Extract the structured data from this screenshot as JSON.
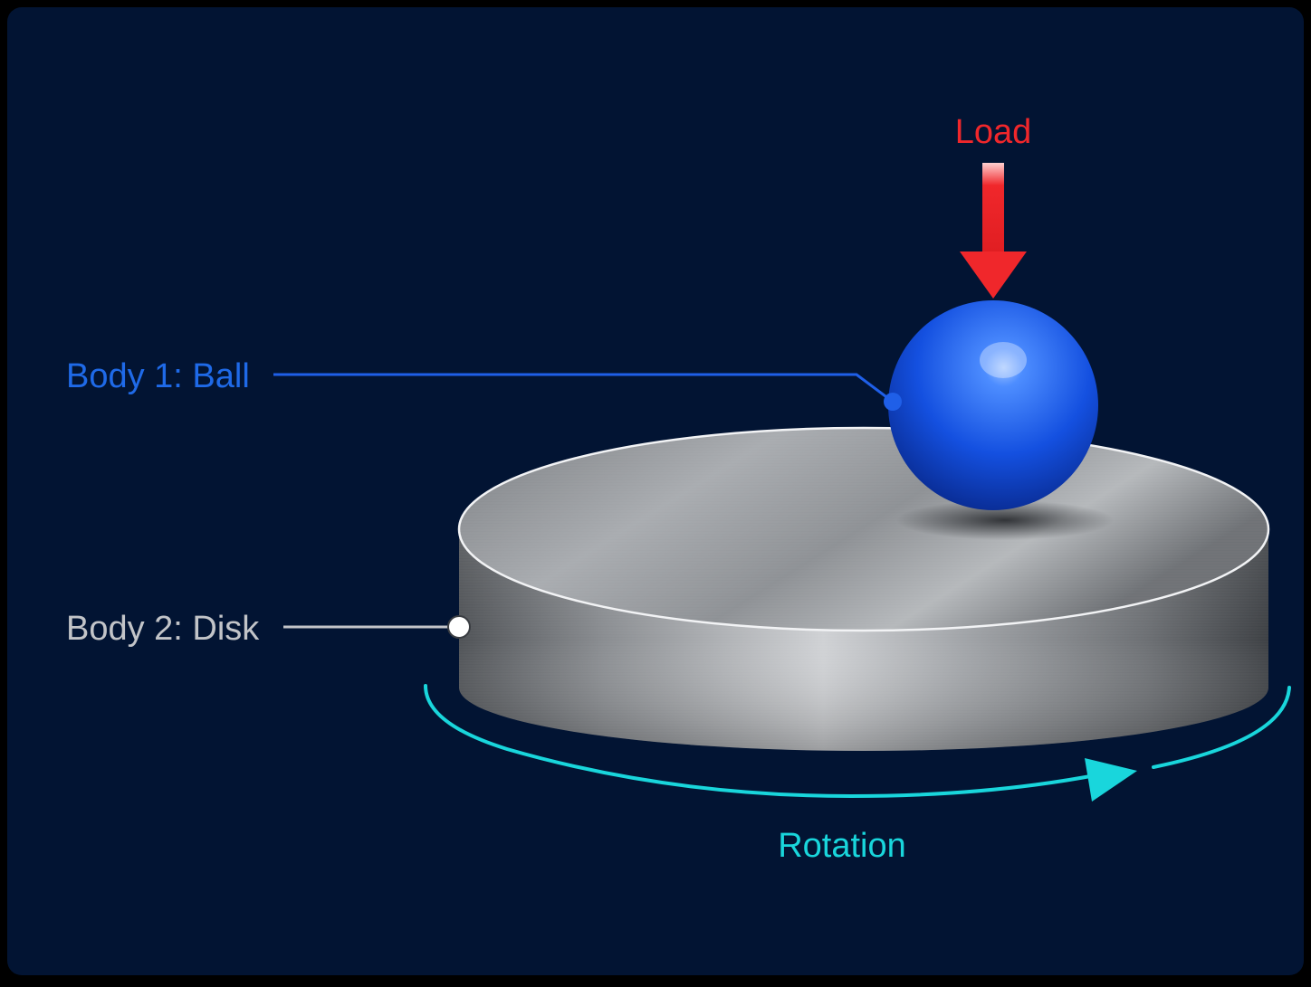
{
  "labels": {
    "load": "Load",
    "ball": "Body 1: Ball",
    "disk": "Body 2: Disk",
    "rotation": "Rotation"
  },
  "colors": {
    "background": "#021433",
    "load": "#f0272b",
    "ball": "#1f5fe8",
    "disk_label": "#c2c4c8",
    "rotation": "#19d6dc"
  },
  "icons": {
    "load_arrow": "down-arrow-icon",
    "rotation_arrow": "curved-arrow-icon"
  }
}
